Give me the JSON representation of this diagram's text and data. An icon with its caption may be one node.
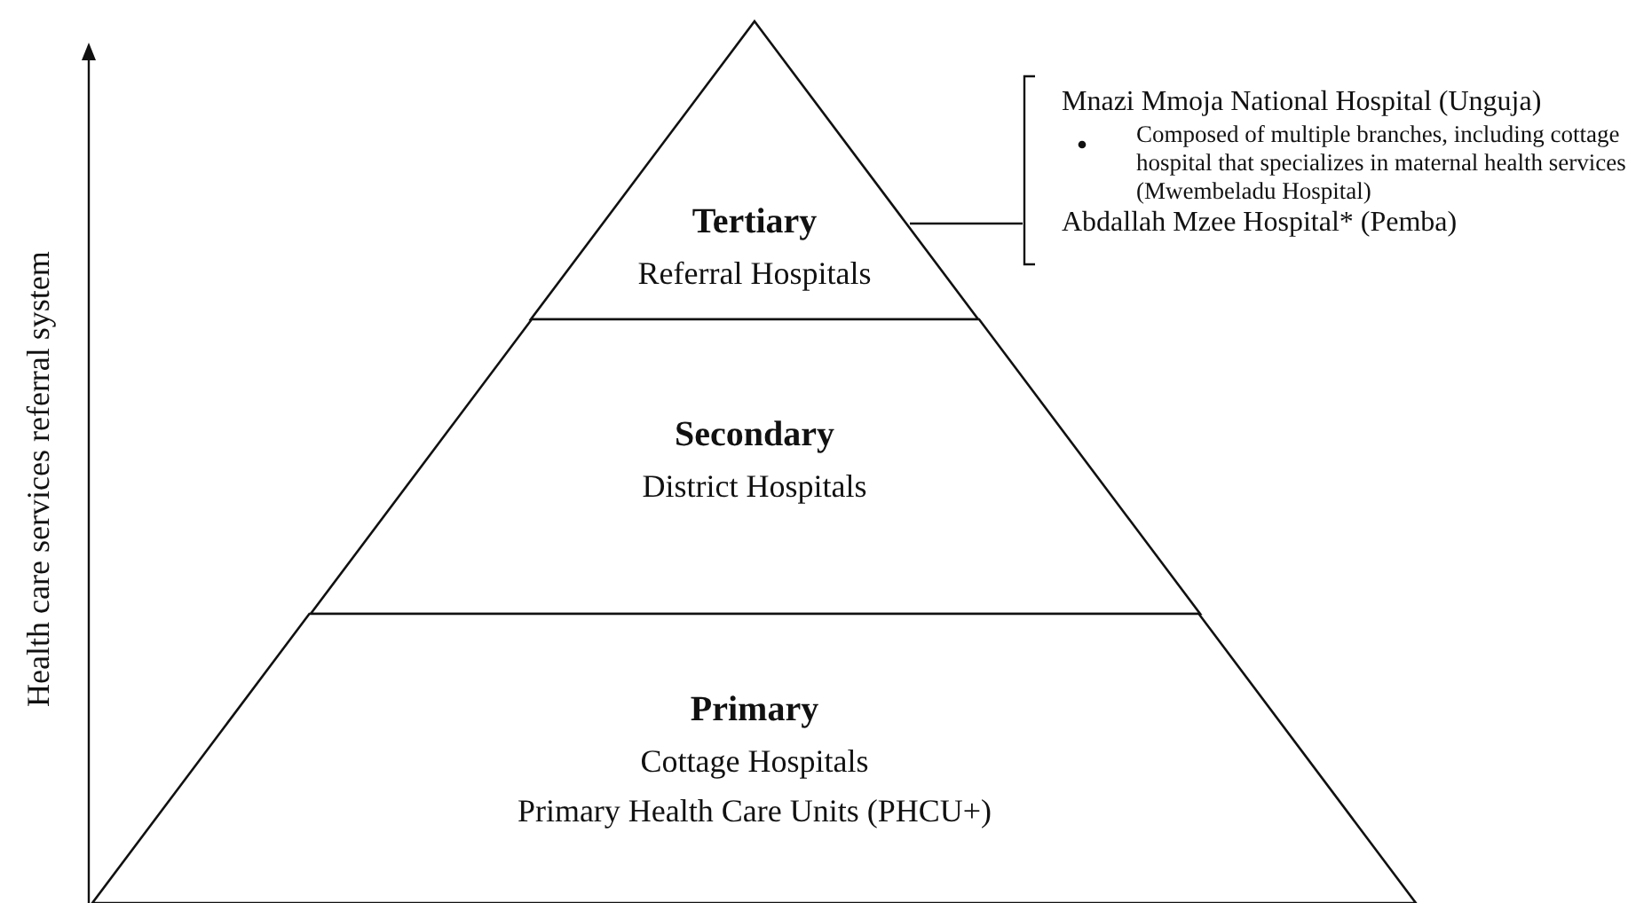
{
  "diagram": {
    "nodes": [
      {
        "text": [
          "Tertiary",
          "Referral Hospitals"
        ]
      },
      {
        "text": [
          "Secondary",
          "District Hospitals"
        ]
      },
      {
        "text": [
          "Primary",
          "Cottage Hospitals",
          "Primary Health Care Units (PHCU+)"
        ]
      },
      {
        "text": [
          "Mnazi Mmoja National Hospital (Unguja)",
          "Composed of multiple branches, including cottage hospital that specializes in maternal health services (Mwembeladu Hospital)",
          "Abdallah Mzee Hospital* (Pemba)"
        ]
      }
    ],
    "edges": [
      {
        "from": 0,
        "to": 3,
        "arrow": "none"
      }
    ],
    "labels": [
      "Health care services referral system"
    ]
  }
}
